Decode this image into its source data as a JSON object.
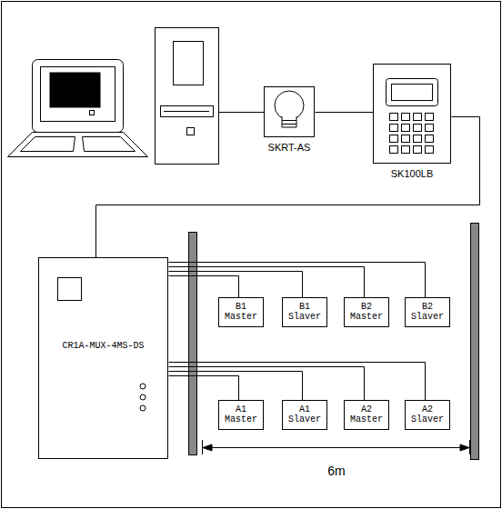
{
  "diagram": {
    "nodes": [
      {
        "text": [
          "SKRT-AS"
        ]
      },
      {
        "text": [
          "SK100LB"
        ]
      },
      {
        "text": [
          "CR1A-MUX-4MS-DS"
        ]
      },
      {
        "text": [
          "B1 Master"
        ]
      },
      {
        "text": [
          "B1 Slaver"
        ]
      },
      {
        "text": [
          "B2 Master"
        ]
      },
      {
        "text": [
          "B2 Slaver"
        ]
      },
      {
        "text": [
          "A1 Master"
        ]
      },
      {
        "text": [
          "A1 Slaver"
        ]
      },
      {
        "text": [
          "A2 Master"
        ]
      },
      {
        "text": [
          "A2 Slaver"
        ]
      }
    ],
    "edges": [
      {
        "from": 0,
        "to": 1,
        "arrow": "none"
      },
      {
        "from": 1,
        "to": 2,
        "arrow": "none"
      },
      {
        "from": 2,
        "to": 3,
        "arrow": "none"
      },
      {
        "from": 2,
        "to": 4,
        "arrow": "none"
      },
      {
        "from": 2,
        "to": 5,
        "arrow": "none"
      },
      {
        "from": 2,
        "to": 6,
        "arrow": "none"
      },
      {
        "from": 2,
        "to": 7,
        "arrow": "none"
      },
      {
        "from": 2,
        "to": 8,
        "arrow": "none"
      },
      {
        "from": 2,
        "to": 9,
        "arrow": "none"
      },
      {
        "from": 2,
        "to": 10,
        "arrow": "none"
      }
    ],
    "labels": [
      "6m"
    ]
  }
}
